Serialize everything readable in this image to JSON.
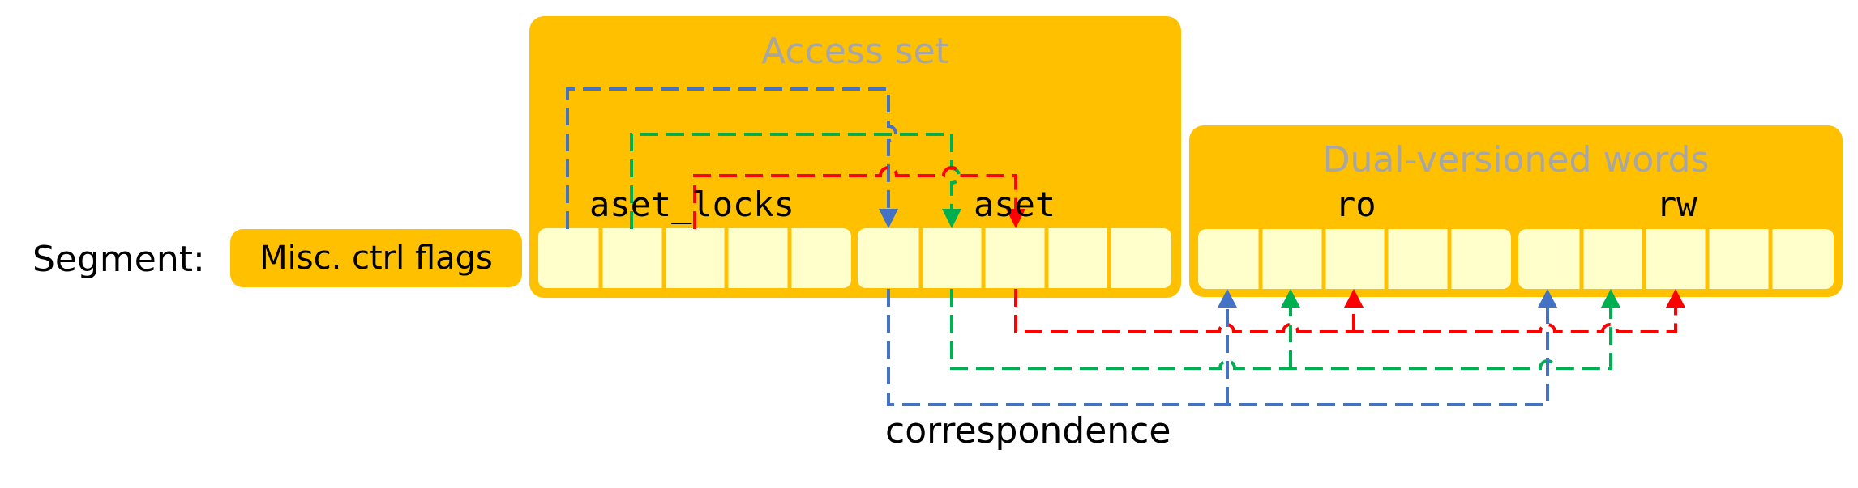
{
  "segment_label": "Segment:",
  "misc_box": {
    "label": "Misc. ctrl flags"
  },
  "access_set": {
    "title": "Access set",
    "aset_locks_label": "aset_locks",
    "aset_label": "aset"
  },
  "dual_versioned": {
    "title": "Dual-versioned words",
    "ro_label": "ro",
    "rw_label": "rw"
  },
  "correspondence_label": "correspondence",
  "colors": {
    "orange": "#FFC000",
    "cell": "#FFFFCC",
    "title_gray": "#A6A6A6",
    "blue": "#4472C4",
    "green": "#00B050",
    "red": "#FF0000",
    "text": "#000000"
  }
}
